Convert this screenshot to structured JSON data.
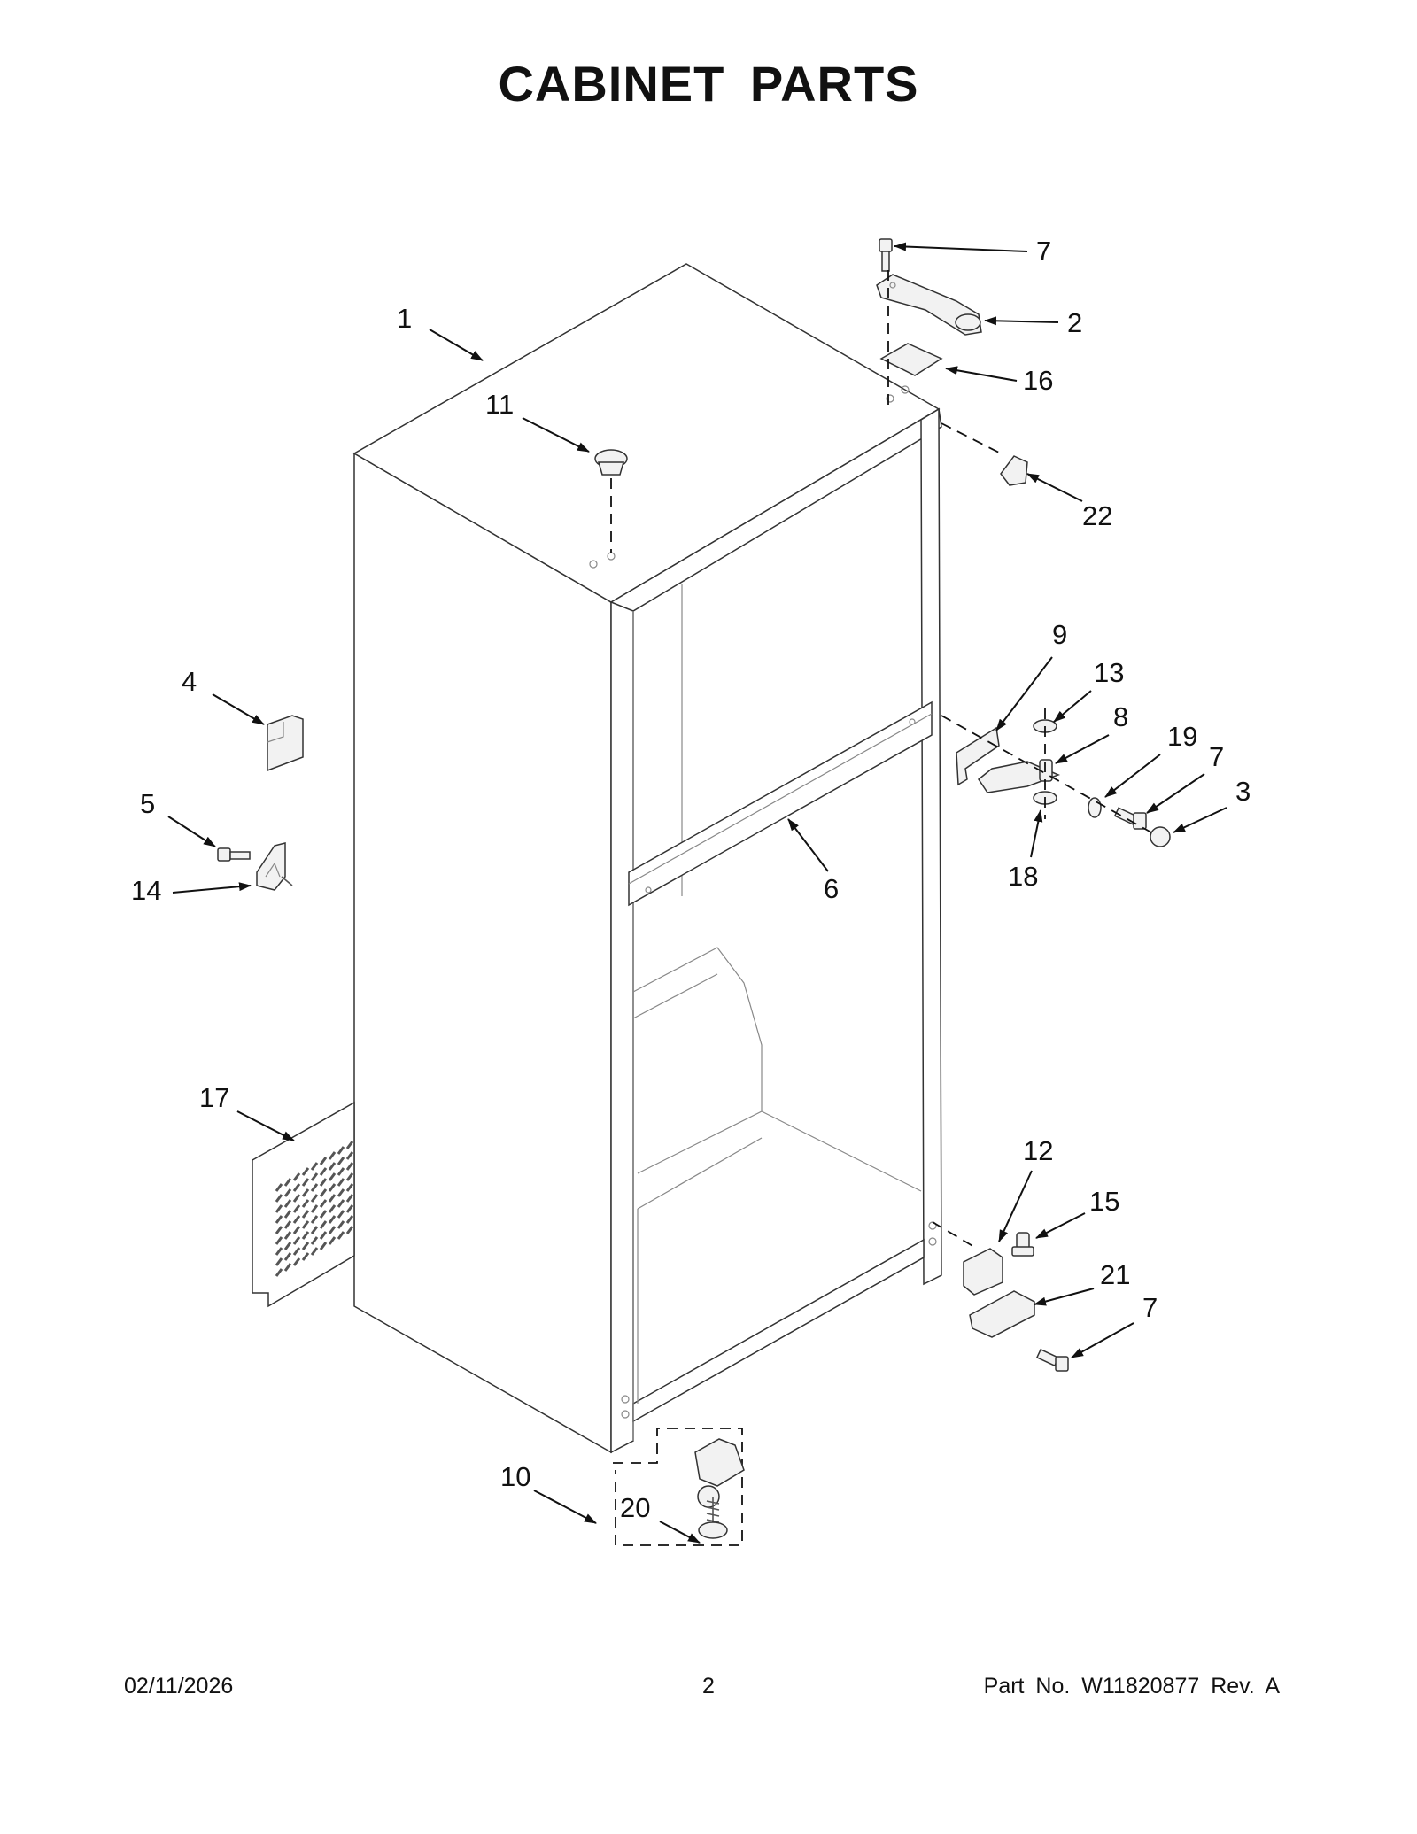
{
  "page": {
    "title": "CABINET PARTS",
    "footer": {
      "date": "02/11/2026",
      "page_number": "2",
      "part_number": "Part No.  W11820877  Rev.  A"
    }
  },
  "callouts": [
    {
      "id": "c1",
      "label": "1"
    },
    {
      "id": "c2",
      "label": "2"
    },
    {
      "id": "c3",
      "label": "3"
    },
    {
      "id": "c4",
      "label": "4"
    },
    {
      "id": "c5",
      "label": "5"
    },
    {
      "id": "c6",
      "label": "6"
    },
    {
      "id": "c7a",
      "label": "7"
    },
    {
      "id": "c7b",
      "label": "7"
    },
    {
      "id": "c7c",
      "label": "7"
    },
    {
      "id": "c8",
      "label": "8"
    },
    {
      "id": "c9",
      "label": "9"
    },
    {
      "id": "c10",
      "label": "10"
    },
    {
      "id": "c11",
      "label": "11"
    },
    {
      "id": "c12",
      "label": "12"
    },
    {
      "id": "c13",
      "label": "13"
    },
    {
      "id": "c14",
      "label": "14"
    },
    {
      "id": "c15",
      "label": "15"
    },
    {
      "id": "c16",
      "label": "16"
    },
    {
      "id": "c17",
      "label": "17"
    },
    {
      "id": "c18",
      "label": "18"
    },
    {
      "id": "c19",
      "label": "19"
    },
    {
      "id": "c20",
      "label": "20"
    },
    {
      "id": "c21",
      "label": "21"
    },
    {
      "id": "c22",
      "label": "22"
    }
  ],
  "colors": {
    "line": "#555555",
    "text": "#111111",
    "background": "#ffffff"
  }
}
